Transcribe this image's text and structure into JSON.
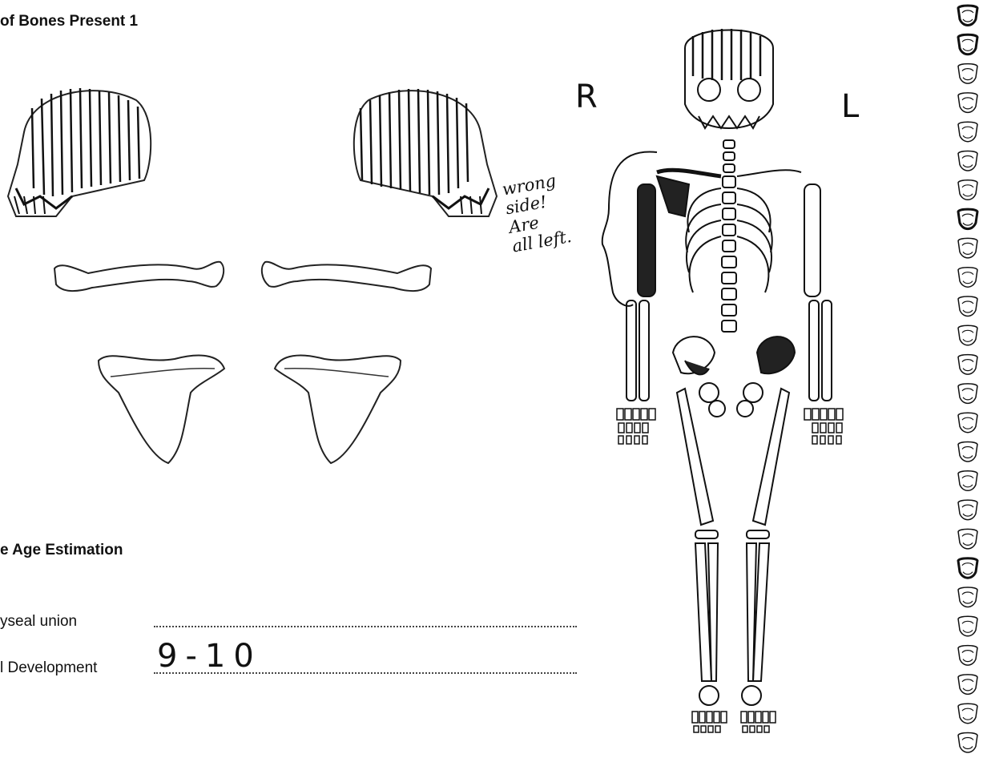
{
  "inventory": {
    "title": "of Bones Present 1"
  },
  "age": {
    "title": "e Age Estimation",
    "rows": [
      {
        "label": "yseal union",
        "value": ""
      },
      {
        "label": "l Development",
        "value": "9-10"
      }
    ]
  },
  "skeleton": {
    "right_marker": "R",
    "left_marker": "L",
    "note_lines": [
      "wrong",
      "side!",
      "Are",
      "all left."
    ]
  },
  "dentition_column": {
    "count": 26
  }
}
